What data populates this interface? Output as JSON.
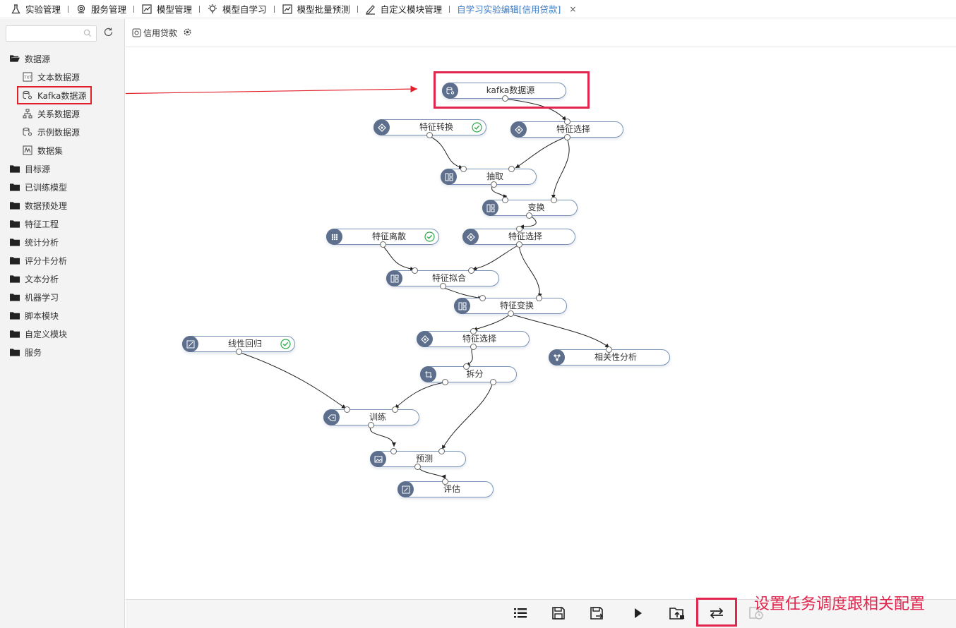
{
  "tabs": [
    {
      "label": "实验管理",
      "icon": "flask-icon"
    },
    {
      "label": "服务管理",
      "icon": "service-icon"
    },
    {
      "label": "模型管理",
      "icon": "chart-icon"
    },
    {
      "label": "模型自学习",
      "icon": "bulb-icon"
    },
    {
      "label": "模型批量预测",
      "icon": "chart-icon"
    },
    {
      "label": "自定义模块管理",
      "icon": "pen-icon"
    },
    {
      "label": "自学习实验编辑[信用贷款]",
      "icon": "",
      "active": true,
      "closable": true
    }
  ],
  "tab_close_glyph": "×",
  "sidebar": {
    "search": {
      "value": "",
      "placeholder": ""
    },
    "tree": [
      {
        "label": "数据源",
        "level": 0,
        "open": true
      },
      {
        "label": "文本数据源",
        "level": 1
      },
      {
        "label": "Kafka数据源",
        "level": 1,
        "highlighted": true
      },
      {
        "label": "关系数据源",
        "level": 1
      },
      {
        "label": "示例数据源",
        "level": 1
      },
      {
        "label": "数据集",
        "level": 1
      },
      {
        "label": "目标源",
        "level": 0
      },
      {
        "label": "已训练模型",
        "level": 0
      },
      {
        "label": "数据预处理",
        "level": 0
      },
      {
        "label": "特征工程",
        "level": 0
      },
      {
        "label": "统计分析",
        "level": 0
      },
      {
        "label": "评分卡分析",
        "level": 0
      },
      {
        "label": "文本分析",
        "level": 0
      },
      {
        "label": "机器学习",
        "level": 0
      },
      {
        "label": "脚本模块",
        "level": 0
      },
      {
        "label": "自定义模块",
        "level": 0
      },
      {
        "label": "服务",
        "level": 0
      }
    ]
  },
  "canvas": {
    "title": "信用贷款",
    "nodes": [
      {
        "id": "kafka",
        "label": "kafka数据源",
        "icon": "database-icon",
        "status": ""
      },
      {
        "id": "fconv",
        "label": "特征转换",
        "icon": "feature-icon",
        "status": "success"
      },
      {
        "id": "fsel1",
        "label": "特征选择",
        "icon": "feature-icon",
        "status": ""
      },
      {
        "id": "extract",
        "label": "抽取",
        "icon": "split-icon",
        "status": ""
      },
      {
        "id": "transform",
        "label": "变换",
        "icon": "split-icon",
        "status": ""
      },
      {
        "id": "fdisc",
        "label": "特征离散",
        "icon": "grid-icon",
        "status": "success"
      },
      {
        "id": "fsel2",
        "label": "特征选择",
        "icon": "feature-icon",
        "status": ""
      },
      {
        "id": "ffit",
        "label": "特征拟合",
        "icon": "split-icon",
        "status": ""
      },
      {
        "id": "ftrans",
        "label": "特征变换",
        "icon": "split-icon",
        "status": ""
      },
      {
        "id": "linreg",
        "label": "线性回归",
        "icon": "regression-icon",
        "status": "success"
      },
      {
        "id": "fsel3",
        "label": "特征选择",
        "icon": "feature-icon",
        "status": ""
      },
      {
        "id": "corr",
        "label": "相关性分析",
        "icon": "graph-icon",
        "status": ""
      },
      {
        "id": "splitn",
        "label": "拆分",
        "icon": "crop-icon",
        "status": ""
      },
      {
        "id": "train",
        "label": "训练",
        "icon": "tag-icon",
        "status": ""
      },
      {
        "id": "predict",
        "label": "预测",
        "icon": "image-icon",
        "status": ""
      },
      {
        "id": "evaluate",
        "label": "评估",
        "icon": "edit-icon",
        "status": ""
      }
    ]
  },
  "toolbar": {
    "buttons": [
      {
        "name": "list-button",
        "icon": "list-icon"
      },
      {
        "name": "save-button",
        "icon": "save-icon"
      },
      {
        "name": "save-as-button",
        "icon": "save-as-icon"
      },
      {
        "name": "run-button",
        "icon": "play-icon"
      },
      {
        "name": "export-button",
        "icon": "folder-upload-icon"
      },
      {
        "name": "schedule-button",
        "icon": "swap-arrows-icon",
        "highlighted": true
      },
      {
        "name": "history-button",
        "icon": "history-icon",
        "disabled": true
      }
    ]
  },
  "annotation": "设置任务调度跟相关配置",
  "colors": {
    "accent": "#3a78c2",
    "highlight": "#e0254e",
    "node_icon_bg": "#5d6f8c",
    "success": "#2eaa4a"
  }
}
